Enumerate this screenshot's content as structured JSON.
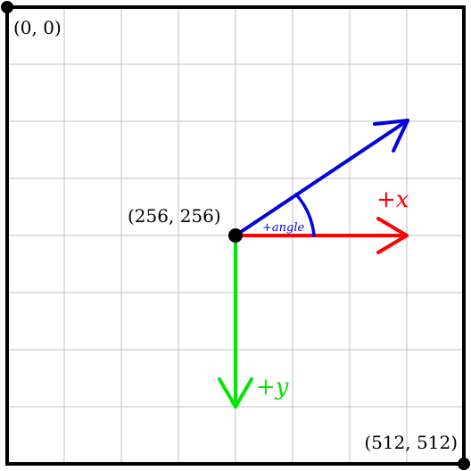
{
  "labels": {
    "origin": "(0, 0)",
    "center": "(256, 256)",
    "max": "(512, 512)",
    "x_axis": "+x",
    "y_axis": "+y",
    "angle": "+angle"
  },
  "colors": {
    "grid": "#c0c0c0",
    "border": "#000000",
    "x_axis": "#ff0000",
    "y_axis": "#00e600",
    "direction": "#0000e6",
    "point": "#000000"
  }
}
